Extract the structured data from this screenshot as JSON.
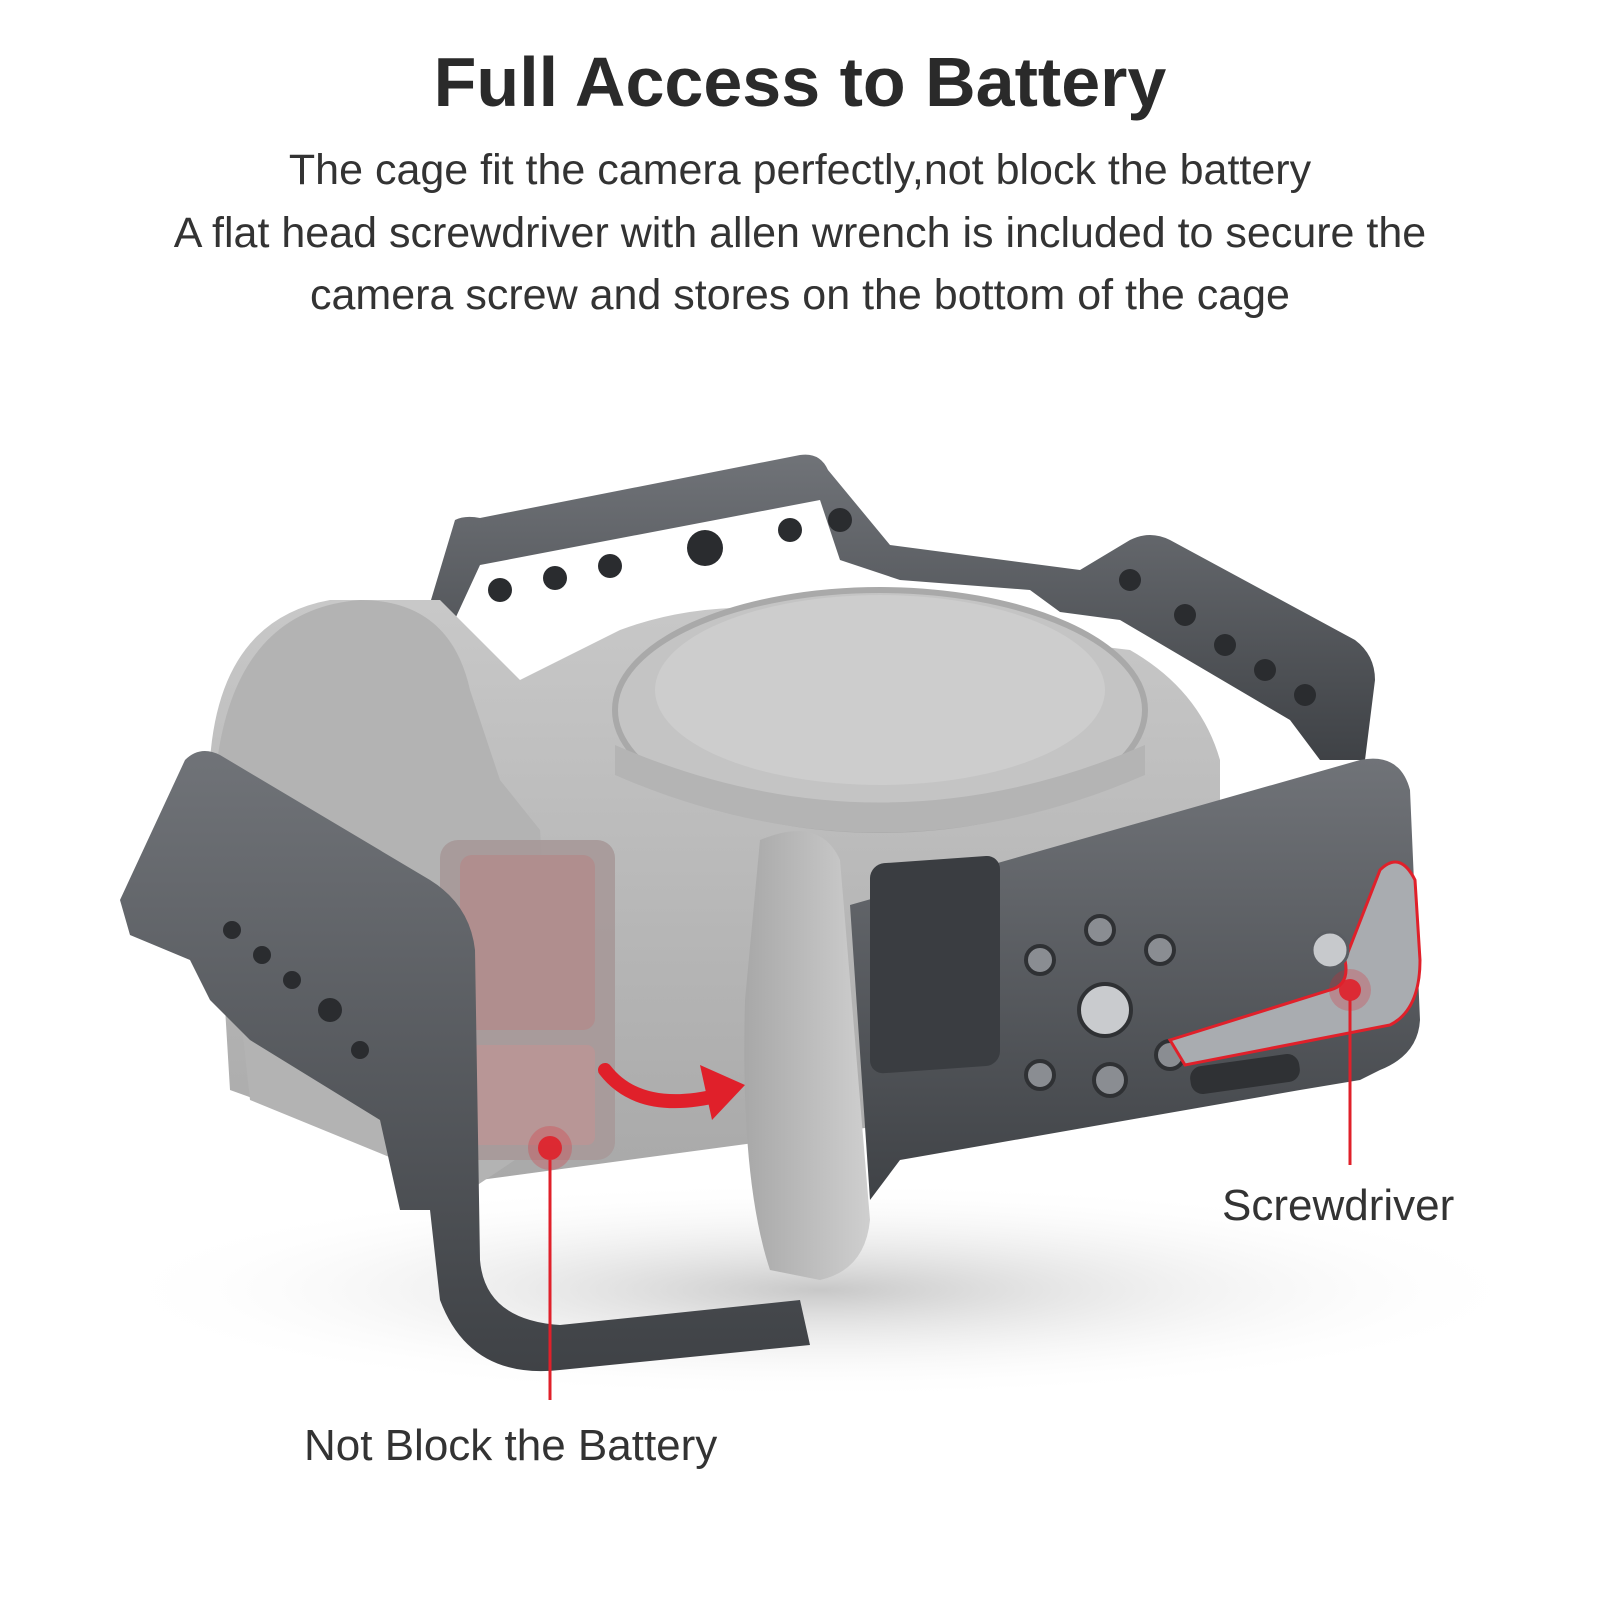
{
  "headline": "Full Access to Battery",
  "description": {
    "line1": "The cage fit the camera perfectly,not block the battery",
    "line2": "A flat head screwdriver with allen wrench is included to secure the",
    "line3": "camera screw and stores on the bottom of the cage"
  },
  "callouts": {
    "battery": "Not Block the Battery",
    "screwdriver": "Screwdriver"
  },
  "colors": {
    "accent": "#e0202a",
    "cage": "#55585d",
    "camera": "#b9b9b9"
  }
}
